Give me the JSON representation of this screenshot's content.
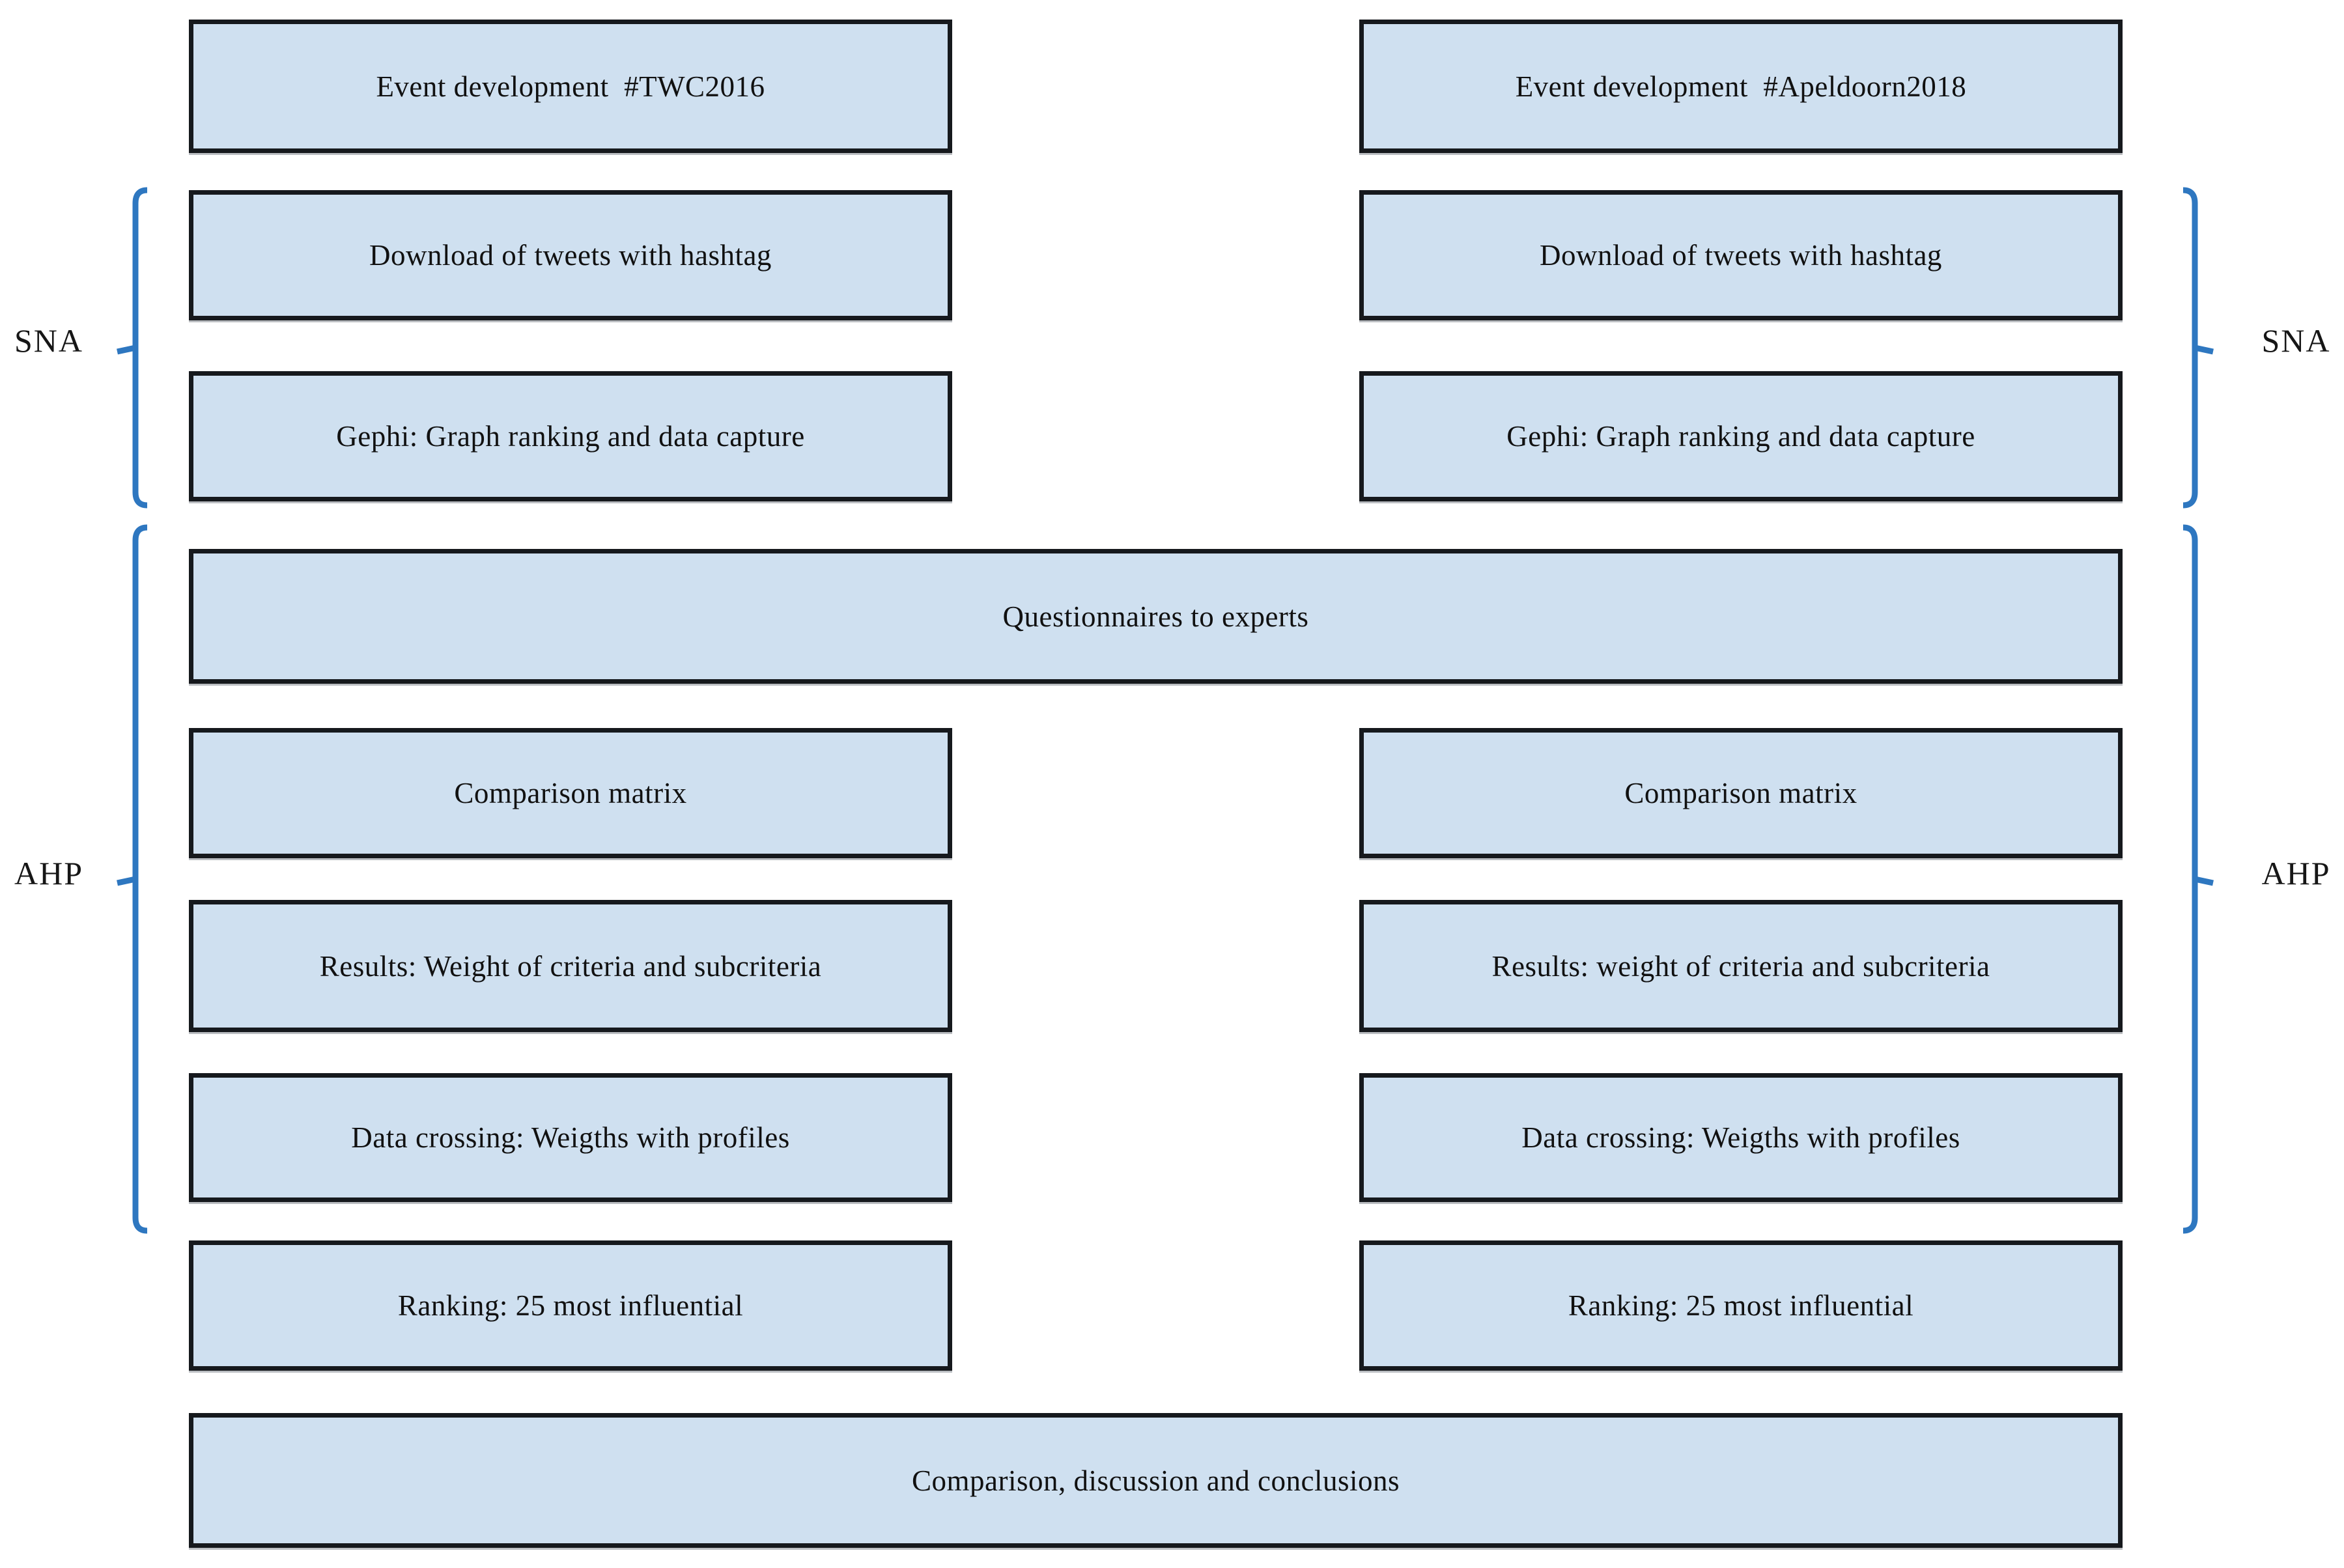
{
  "flowchart": {
    "left_column": {
      "event": "Event development  #TWC2016",
      "download": "Download of tweets with hashtag",
      "gephi": "Gephi: Graph ranking and data capture",
      "comparison_matrix": "Comparison matrix",
      "results": "Results: Weight of criteria and subcriteria",
      "data_crossing": "Data crossing: Weigths with profiles",
      "ranking": "Ranking: 25 most influential"
    },
    "right_column": {
      "event": "Event development  #Apeldoorn2018",
      "download": "Download of tweets with hashtag",
      "gephi": "Gephi: Graph ranking and data capture",
      "comparison_matrix": "Comparison matrix",
      "results": "Results: weight of criteria and subcriteria",
      "data_crossing": "Data crossing: Weigths with profiles",
      "ranking": "Ranking: 25 most influential"
    },
    "shared": {
      "questionnaires": "Questionnaires to experts",
      "conclusions": "Comparison, discussion and conclusions"
    },
    "group_labels": {
      "sna": "SNA",
      "ahp": "AHP"
    }
  },
  "colors": {
    "box_fill": "#cfe0f0",
    "box_border": "#16191d",
    "bracket_blue": "#2e77c0",
    "text": "#111111",
    "background": "#ffffff"
  }
}
